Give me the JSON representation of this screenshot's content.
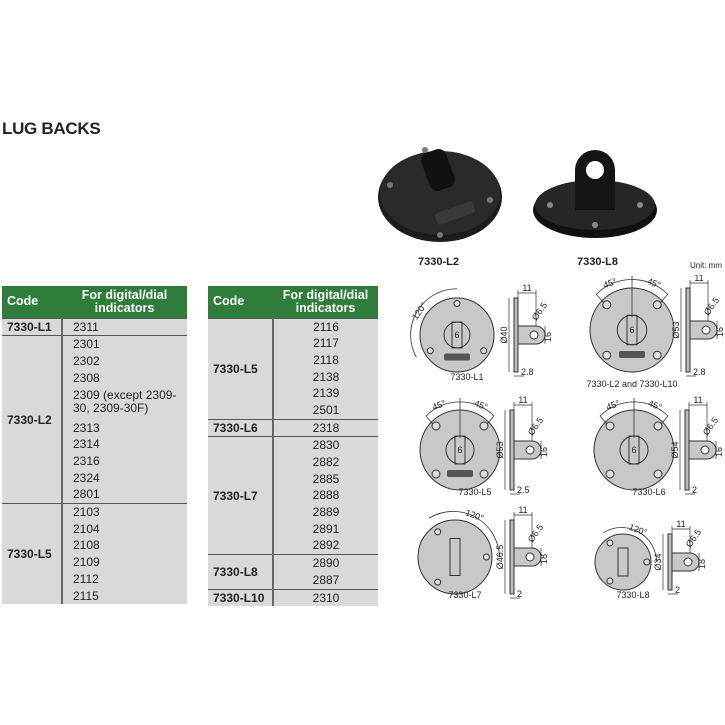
{
  "title": "LUG BACKS",
  "photos": [
    {
      "code": "7330-L2"
    },
    {
      "code": "7330-L8"
    }
  ],
  "unit": "Unit: mm",
  "table_headers": {
    "code": "Code",
    "indicators": "For digital/dial indicators"
  },
  "table_left": [
    {
      "code": "7330-L1",
      "indicators": [
        "2311"
      ]
    },
    {
      "code": "7330-L2",
      "indicators": [
        "2301",
        "2302",
        "2308",
        "2309 (except 2309-30, 2309-30F)",
        "2313",
        "2314",
        "2316",
        "2324",
        "2801"
      ]
    },
    {
      "code": "7330-L5",
      "indicators": [
        "2103",
        "2104",
        "2108",
        "2109",
        "2112",
        "2115"
      ]
    }
  ],
  "table_right": [
    {
      "code": "7330-L5",
      "indicators": [
        "2116",
        "2117",
        "2118",
        "2138",
        "2139",
        "2501"
      ]
    },
    {
      "code": "7330-L6",
      "indicators": [
        "2318"
      ]
    },
    {
      "code": "7330-L7",
      "indicators": [
        "2830",
        "2882",
        "2885",
        "2888",
        "2889",
        "2891",
        "2892"
      ]
    },
    {
      "code": "7330-L8",
      "indicators": [
        "2890",
        "2887"
      ]
    },
    {
      "code": "7330-L10",
      "indicators": [
        "2310"
      ]
    }
  ],
  "diagrams": [
    {
      "caption": "7330-L1",
      "angle": "120°",
      "diameter": "Ø40",
      "width": "11",
      "hole": "Ø6.5",
      "height": "16",
      "thickness": "2.8",
      "mark": "6"
    },
    {
      "caption": "7330-L2 and 7330-L10",
      "angle": "45°",
      "diameter": "Ø53",
      "width": "11",
      "hole": "Ø6.5",
      "height": "16",
      "thickness": "2.8",
      "mark": "6"
    },
    {
      "caption": "7330-L5",
      "angle": "45°",
      "diameter": "Ø53",
      "width": "11",
      "hole": "Ø6.5",
      "height": "16",
      "thickness": "2.5",
      "mark": "6"
    },
    {
      "caption": "7330-L6",
      "angle": "45°",
      "diameter": "Ø54",
      "width": "11",
      "hole": "Ø6.5",
      "height": "16",
      "thickness": "2",
      "mark": "6"
    },
    {
      "caption": "7330-L7",
      "angle": "120°",
      "diameter": "Ø46.5",
      "width": "11",
      "hole": "Ø6.5",
      "height": "18",
      "thickness": "2",
      "mark": ""
    },
    {
      "caption": "7330-L8",
      "angle": "120°",
      "diameter": "Ø34",
      "width": "11",
      "hole": "Ø6.5",
      "height": "18",
      "thickness": "2",
      "mark": ""
    }
  ],
  "colors": {
    "header_green": "#2e7d3b",
    "table_bg": "#d9d9d9"
  }
}
